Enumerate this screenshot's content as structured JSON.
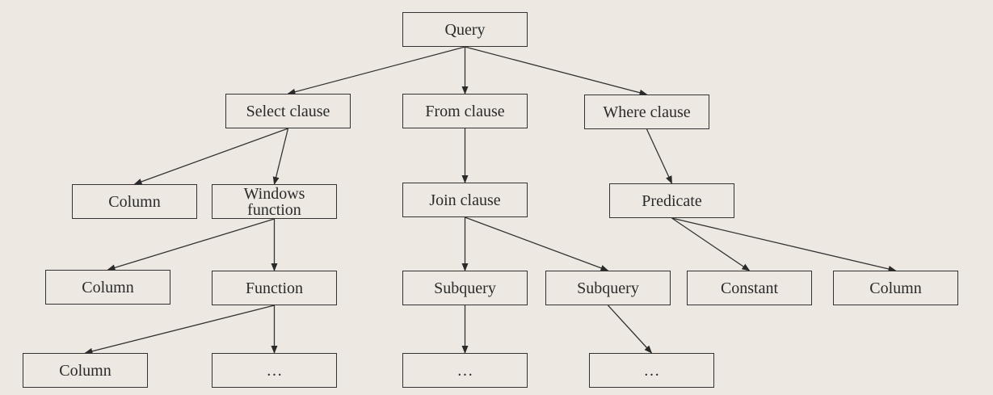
{
  "nodes": {
    "query": "Query",
    "select_clause": "Select clause",
    "from_clause": "From clause",
    "where_clause": "Where clause",
    "column_1": "Column",
    "windows_function": "Windows\nfunction",
    "join_clause": "Join clause",
    "predicate": "Predicate",
    "column_2": "Column",
    "function": "Function",
    "subquery_1": "Subquery",
    "subquery_2": "Subquery",
    "constant": "Constant",
    "column_3": "Column",
    "column_4": "Column",
    "ellipsis_1": "…",
    "ellipsis_2": "…",
    "ellipsis_3": "…"
  },
  "edges": [
    [
      "query",
      "select_clause"
    ],
    [
      "query",
      "from_clause"
    ],
    [
      "query",
      "where_clause"
    ],
    [
      "select_clause",
      "column_1"
    ],
    [
      "select_clause",
      "windows_function"
    ],
    [
      "from_clause",
      "join_clause"
    ],
    [
      "where_clause",
      "predicate"
    ],
    [
      "windows_function",
      "column_2"
    ],
    [
      "windows_function",
      "function"
    ],
    [
      "join_clause",
      "subquery_1"
    ],
    [
      "join_clause",
      "subquery_2"
    ],
    [
      "predicate",
      "constant"
    ],
    [
      "predicate",
      "column_3"
    ],
    [
      "function",
      "column_4"
    ],
    [
      "function",
      "ellipsis_1"
    ],
    [
      "subquery_1",
      "ellipsis_2"
    ],
    [
      "subquery_2",
      "ellipsis_3"
    ]
  ],
  "colors": {
    "background": "#ede9e2",
    "stroke": "#333333",
    "text": "#2a2a2a"
  }
}
